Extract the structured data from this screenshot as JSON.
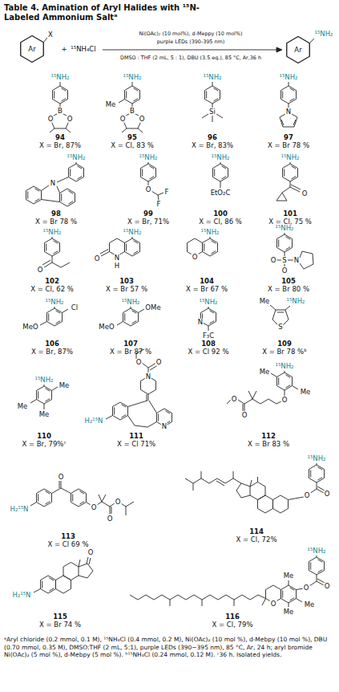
{
  "diagram": {
    "title": "Table 4. Amination of Aryl Halides with ¹⁵N-Labeled Ammonium Saltᵃ",
    "caption": "ᵃAryl chloride (0.2 mmol, 0.1 M), ¹⁵NH₄Cl (0.4 mmol, 0.2 M), Ni(OAc)₂ (10 mol %), d-Mebpy (10 mol %), DBU (0.70 mmol, 0.35 M), DMSO:THF (2 mL, 5:1), purple LEDs (390−395 nm), 85 °C, Ar, 24 h; aryl bromide Ni(OAc)₂ (5 mol %), d-Mebpy (5 mol %). ᵇ¹⁵NH₄Cl (0.24 mmol, 0.12 M). ᶜ36 h. Isolated yields.",
    "labels": [
      "Ar",
      "X",
      "+",
      "¹⁵NH₄Cl",
      "Ni(OAc)₂ (10 mol%), d-Meppy (10 mol%)",
      "purple LEDs (390-395 nm)",
      "DMSO : THF (2 mL, 5 : 1), DBU (3.5 eq.), 85 °C, Ar,36 h",
      "Ar",
      "¹⁵NH₂",
      "¹⁵NH₂",
      "B",
      "O",
      "O",
      "94",
      "X = Br, 87%",
      "Me",
      "¹⁵NH₂",
      "B",
      "O",
      "O",
      "95",
      "X = Cl, 83 %",
      "¹⁵NH₂",
      "Si",
      "96",
      "X = Br, 83%",
      "¹⁵NH₂",
      "N",
      "97",
      "X = Br 78 %",
      "¹⁵NH₂",
      "N",
      "98",
      "X = Br 78 %",
      "¹⁵NH₂",
      "O",
      "F",
      "F",
      "99",
      "X = Br, 71%",
      "¹⁵NH₂",
      "EtO₂C",
      "100",
      "X = Cl, 86 %",
      "¹⁵NH₂",
      "O",
      "101",
      "X = Cl, 75 %",
      "¹⁵NH₂",
      "O",
      "102",
      "X = Cl, 62 %",
      "¹⁵NH₂",
      "O",
      "N",
      "H",
      "103",
      "X = Br 57 %",
      "¹⁵NH₂",
      "O",
      "104",
      "X = Br 67 %",
      "¹⁵NH₂",
      "O",
      "S",
      "O",
      "N",
      "105",
      "X = Br 80 %",
      "MeO",
      "¹⁵NH₂",
      "Cl",
      "106",
      "X = Br, 87%",
      "MeO",
      "¹⁵NH₂",
      "OMe",
      "107",
      "X = Br 87 %",
      "F₃C",
      "N",
      "¹⁵NH₂",
      "108",
      "X = Cl 92 %",
      "Me",
      "¹⁵NH₂",
      "S",
      "109",
      "X = Br 78 %ᵇ",
      "¹⁵NH₂",
      "Me",
      "Me",
      "Me",
      "110",
      "X = Br, 79%ᶜ",
      "N",
      "O",
      "O",
      "N",
      "H₂¹⁵N",
      "111",
      "X = Cl 71%",
      "¹⁵NH₂",
      "Me",
      "Me",
      "O",
      "O",
      "O",
      "112",
      "X = Br 83 %",
      "H₂¹⁵N",
      "O",
      "O",
      "O",
      "O",
      "113",
      "X = Cl 69 %",
      "¹⁵NH₂",
      "O",
      "O",
      "114",
      "X = Cl, 72%",
      "H₂¹⁵N",
      "O",
      "115",
      "X = Br 74 %",
      "¹⁵NH₂",
      "O",
      "O",
      "Me",
      "O",
      "Me",
      "Me",
      "116",
      "X = Cl, 79%"
    ]
  }
}
